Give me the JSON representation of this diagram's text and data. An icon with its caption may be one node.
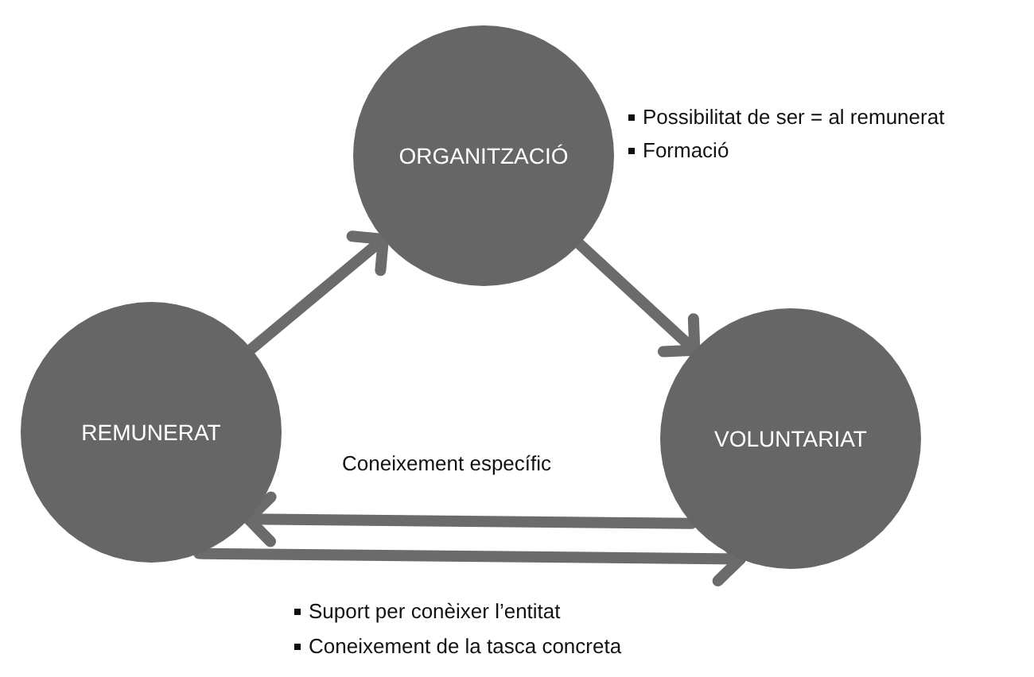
{
  "diagram": {
    "nodes": [
      {
        "text": [
          "ORGANITZACIÓ"
        ]
      },
      {
        "text": [
          "REMUNERAT"
        ]
      },
      {
        "text": [
          "VOLUNTARIAT"
        ]
      }
    ],
    "edges": [
      {
        "from": 1,
        "to": 0,
        "arrow": "to"
      },
      {
        "from": 0,
        "to": 2,
        "arrow": "to"
      },
      {
        "from": 2,
        "to": 1,
        "arrow": "to",
        "label": "Coneixement específic"
      },
      {
        "from": 1,
        "to": 2,
        "arrow": "to"
      }
    ],
    "labels": [
      "Possibilitat de ser = al remunerat",
      "Formació",
      "Suport per conèixer l’entitat",
      "Coneixement de la tasca concreta"
    ]
  }
}
